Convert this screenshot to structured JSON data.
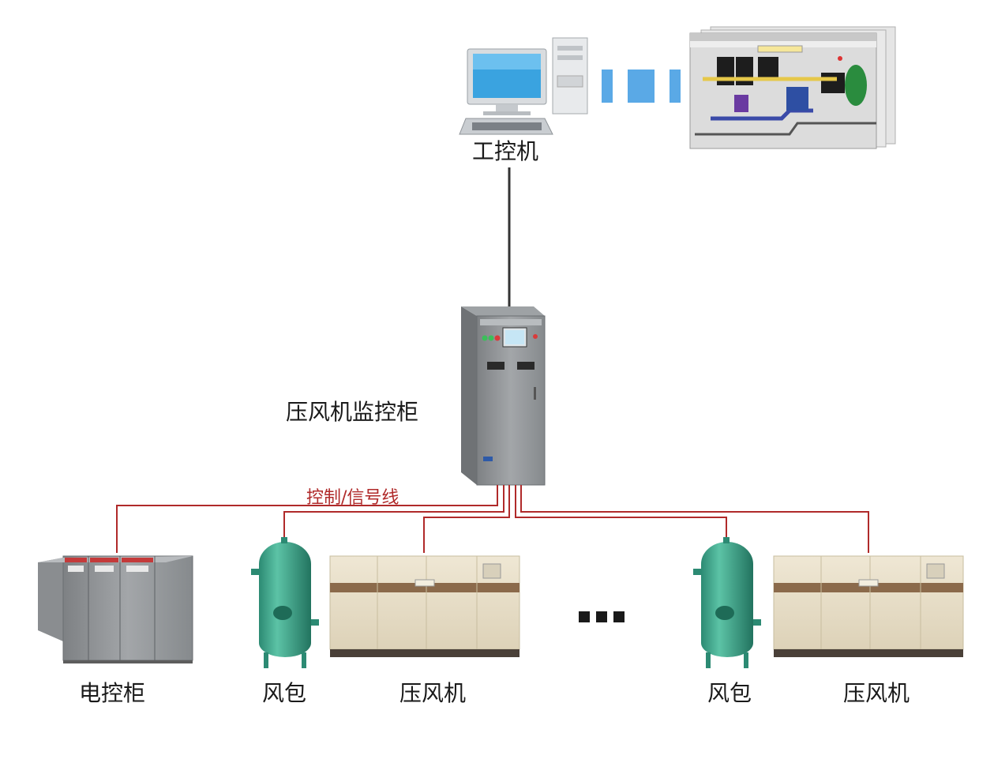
{
  "labels": {
    "industrial_pc": "工控机",
    "monitor_cabinet": "压风机监控柜",
    "signal_line": "控制/信号线",
    "electrical_cabinet": "电控柜",
    "air_tank_1": "风包",
    "compressor_1": "压风机",
    "air_tank_2": "风包",
    "compressor_2": "压风机"
  },
  "colors": {
    "signal_line": "#b02a2a",
    "network_line": "#333333",
    "wireless_dashes": "#5aa9e6",
    "cabinet_body": "#8c8f92",
    "tank_body": "#3a9e87",
    "compressor_body": "#e9dfc9"
  },
  "icons": {
    "computer": "desktop-computer-icon",
    "scada_screen": "scada-screen-icon",
    "monitor_cabinet": "control-cabinet-icon",
    "electrical_cabinet": "electrical-cabinet-icon",
    "air_tank": "air-tank-icon",
    "compressor": "air-compressor-icon",
    "ellipsis": "ellipsis-icon"
  }
}
